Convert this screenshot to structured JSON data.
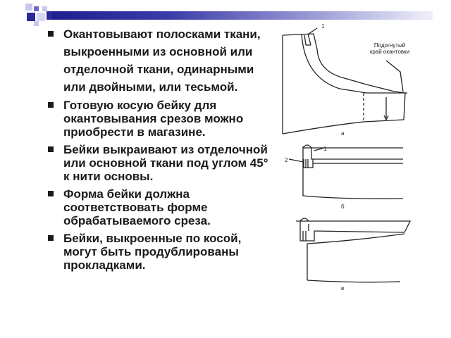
{
  "slide": {
    "bullets": [
      "Окантовывают полосками ткани, выкроенными из основной или отделочной ткани, одинарными или двойными, или тесьмой.",
      "Готовую косую бейку для окантовывания срезов можно приобрести в магазине.",
      "Бейки выкраивают из отделочной или основной ткани под углом 45° к нити основы.",
      "Форма бейки должна соответствовать форме обрабатываемого среза.",
      "Бейки, выкроенные по косой, могут быть продублированы прокладками."
    ]
  },
  "figure": {
    "label_line1": "Подогнутый",
    "label_line2": "край окантовки",
    "callout_1": "1",
    "callout_2": "2",
    "sub_a": "а",
    "sub_b": "б",
    "sub_c": "в"
  },
  "colors": {
    "header_dark": "#1f1f8f",
    "header_mid": "#6a6ac4",
    "header_light": "#c8c8ee",
    "text": "#1a1a1a"
  }
}
